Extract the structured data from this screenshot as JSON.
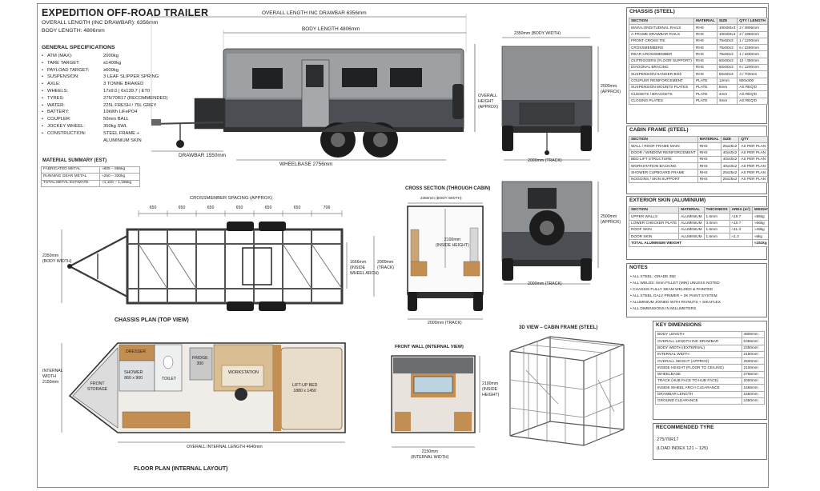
{
  "title": "EXPEDITION OFF-ROAD TRAILER",
  "title_lines": [
    "OVERALL LENGTH (INC DRAWBAR): 6356mm",
    "BODY LENGTH: 4806mm"
  ],
  "general_specs": {
    "heading": "GENERAL SPECIFICATIONS",
    "items": [
      {
        "k": "ATM (MAX):",
        "v": "2000kg"
      },
      {
        "k": "TARE TARGET:",
        "v": "≤1400kg"
      },
      {
        "k": "PAYLOAD TARGET:",
        "v": "≥600kg"
      },
      {
        "k": "SUSPENSION:",
        "v": "3 LEAF SLIPPER SPRING"
      },
      {
        "k": "AXLE:",
        "v": "3 TONNE BRAKED"
      },
      {
        "k": "WHEELS:",
        "v": "17x9.0 | 6x139.7 | ET0"
      },
      {
        "k": "TYRES:",
        "v": "275/70R17 (RECOMMENDED)"
      },
      {
        "k": "WATER:",
        "v": "225L FRESH / 75L GREY"
      },
      {
        "k": "BATTERY:",
        "v": "10kWh LiFePO4"
      },
      {
        "k": "COUPLER:",
        "v": "50mm BALL"
      },
      {
        "k": "JOCKEY WHEEL:",
        "v": "350kg SWL"
      },
      {
        "k": "CONSTRUCTION:",
        "v": "STEEL FRAME +"
      },
      {
        "k": "",
        "v": "ALUMINIUM SKIN"
      }
    ]
  },
  "material_summary": {
    "heading": "MATERIAL SUMMARY (EST)",
    "rows": [
      [
        "FABRICATED METAL",
        "≈805 – 865kg"
      ],
      [
        "RUNNING GEAR METAL",
        "≈250 – 330kg"
      ],
      [
        "TOTAL METAL ESTIMATE",
        "≈1,100 – 1,195kg"
      ]
    ]
  },
  "side_view": {
    "overall_label": "OVERALL LENGTH INC DRAWBAR  6356mm",
    "body_label": "BODY LENGTH  4806mm",
    "drawbar_label": "DRAWBAR  1550mm",
    "wheelbase_label": "WHEELBASE  2756mm",
    "height_label": [
      "OVERALL",
      "HEIGHT",
      "(APPROX)"
    ]
  },
  "rear_view": {
    "width_label": "2350mm (BODY WIDTH)",
    "height_label": [
      "2500mm",
      "(APPROX)"
    ],
    "track_label": "2000mm (TRACK)"
  },
  "front_view": {
    "height_label": [
      "2500mm",
      "(APPROX)"
    ],
    "track_label": "2000mm (TRACK)"
  },
  "chassis_plan": {
    "caption": "CHASSIS PLAN (TOP VIEW)",
    "spacing_label": "CROSSMEMBER SPACING (APPROX)",
    "spacings": [
      "650",
      "650",
      "650",
      "650",
      "650",
      "650",
      "706"
    ],
    "body_width": [
      "2350mm",
      "(BODY WIDTH)"
    ],
    "inside_arch": [
      "1666mm",
      "(INSIDE",
      "WHEEL ARCH)"
    ],
    "track": [
      "2000mm",
      "(TRACK)"
    ]
  },
  "cross_section": {
    "heading": "CROSS SECTION (THROUGH CABIN)",
    "width_top": "2350mm (BODY WIDTH)",
    "inside_height": [
      "2100mm",
      "(INSIDE HEIGHT)"
    ],
    "track": "2000mm (TRACK)"
  },
  "floor_plan": {
    "caption": "FLOOR PLAN (INTERNAL LAYOUT)",
    "internal_width": [
      "INTERNAL",
      "WIDTH",
      "2150mm"
    ],
    "front_storage": [
      "FRONT",
      "STORAGE"
    ],
    "dresser": "DRESSER",
    "shower": [
      "SHOWER",
      "860 x 900"
    ],
    "toilet": "TOILET",
    "fridge": [
      "FRIDGE",
      "300"
    ],
    "workstation": "WORKSTATION",
    "bed": [
      "LIFT-UP BED",
      "1880 x 1450"
    ],
    "overall_internal": "OVERALL INTERNAL LENGTH  4640mm"
  },
  "front_wall": {
    "heading": "FRONT WALL (INTERNAL VIEW)",
    "height": [
      "2100mm",
      "(INSIDE",
      "HEIGHT)"
    ],
    "width": [
      "2150mm",
      "(INTERNAL WIDTH)"
    ]
  },
  "frame_3d": {
    "heading": "3D VIEW – CABIN FRAME (STEEL)"
  },
  "chassis_table": {
    "heading": "CHASSIS (STEEL)",
    "cols": [
      "SECTION",
      "MATERIAL",
      "SIZE",
      "QTY / LENGTH"
    ],
    "rows": [
      [
        "MAIN LONGITUDINAL RAILS",
        "RHS",
        "100x50x3",
        "2 / 4806mm"
      ],
      [
        "A-FRAME DRAWBAR RAILS",
        "RHS",
        "100x50x4",
        "2 / 1950mm"
      ],
      [
        "FRONT CROSS TIE",
        "RHS",
        "75x50x3",
        "1 / 1200mm"
      ],
      [
        "CROSSMEMBERS",
        "RHS",
        "75x50x3",
        "6 / 2250mm"
      ],
      [
        "REAR CROSSMEMBER",
        "RHS",
        "75x50x3",
        "1 / 2250mm"
      ],
      [
        "OUTRIGGERS (FLOOR SUPPORT)",
        "RHS",
        "50x50x3",
        "12 / 350mm"
      ],
      [
        "DIAGONAL BRACING",
        "RHS",
        "50x50x3",
        "6 / 1200mm"
      ],
      [
        "SUSPENSION HANGER BOX",
        "RHS",
        "50x50x3",
        "4 / 700mm"
      ],
      [
        "COUPLER REINFORCEMENT",
        "PLATE",
        "12mm",
        "600x300"
      ],
      [
        "SUSPENSION MOUNTS PLATES",
        "PLATE",
        "6mm",
        "AS REQ'D"
      ],
      [
        "GUSSETS / BRACKETS",
        "PLATE",
        "4mm",
        "AS REQ'D"
      ],
      [
        "CLOSING PLATES",
        "PLATE",
        "3mm",
        "AS REQ'D"
      ]
    ]
  },
  "cabin_table": {
    "heading": "CABIN FRAME (STEEL)",
    "cols": [
      "SECTION",
      "MATERIAL",
      "SIZE",
      "QTY"
    ],
    "rows": [
      [
        "WALL / ROOF FRAME MAIN",
        "RHS",
        "25x25x2",
        "AS PER PLAN"
      ],
      [
        "DOOR / WINDOW REINFORCEMENT",
        "RHS",
        "40x40x2",
        "AS PER PLAN"
      ],
      [
        "BED LIFT STRUCTURE",
        "RHS",
        "40x40x2",
        "AS PER PLAN"
      ],
      [
        "WORKSTATION BACKING",
        "RHS",
        "40x40x2",
        "AS PER PLAN"
      ],
      [
        "SHOWER CUPBOARD FRAME",
        "RHS",
        "25x25x2",
        "AS PER PLAN"
      ],
      [
        "NOGGINS / SKIN SUPPORT",
        "RHS",
        "25x25x2",
        "AS PER PLAN"
      ]
    ]
  },
  "skin_table": {
    "heading": "EXTERIOR SKIN (ALUMINIUM)",
    "cols": [
      "SECTION",
      "MATERIAL",
      "THICKNESS",
      "AREA (m²)",
      "WEIGHT (kg)"
    ],
    "rows": [
      [
        "UPPER WALLS",
        "ALUMINIUM",
        "1.6mm",
        "≈19.7",
        "≈85kg"
      ],
      [
        "LOWER CHECKER PLATE",
        "ALUMINIUM",
        "3.0mm",
        "≈10.7",
        "≈66kg"
      ],
      [
        "ROOF SKIN",
        "ALUMINIUM",
        "1.6mm",
        "≈11.3",
        "≈49kg"
      ],
      [
        "DOOR SKIN",
        "ALUMINIUM",
        "1.6mm",
        "≈1.3",
        "≈6kg"
      ]
    ],
    "total": [
      "TOTAL ALUMINIUM WEIGHT",
      "≈151kg"
    ]
  },
  "notes": {
    "heading": "NOTES",
    "items": [
      "ALL STEEL: GRADE 350",
      "ALL WELDS: 6mm FILLET (MIN) UNLESS NOTED",
      "CHASSIS FULLY SEAM WELDED & PAINTED",
      "ALL STEEL GALV PRIMER + 2K PAINT SYSTEM",
      "ALUMINIUM JOINED WITH RIVNUTS + SIKAFLEX",
      "ALL DIMENSIONS IN MILLIMETERS"
    ]
  },
  "key_dims": {
    "heading": "KEY DIMENSIONS",
    "rows": [
      [
        "BODY LENGTH",
        "4806mm"
      ],
      [
        "OVERALL LENGTH INC DRAWBAR",
        "6356mm"
      ],
      [
        "BODY WIDTH (EXTERNAL)",
        "2350mm"
      ],
      [
        "INTERNAL WIDTH",
        "2150mm"
      ],
      [
        "OVERALL HEIGHT (APPROX)",
        "2500mm"
      ],
      [
        "INSIDE HEIGHT (FLOOR TO CEILING)",
        "2100mm"
      ],
      [
        "WHEELBASE",
        "2756mm"
      ],
      [
        "TRACK (HUB FACE TO HUB FACE)",
        "2000mm"
      ],
      [
        "INSIDE WHEEL ARCH CLEARANCE",
        "1666mm"
      ],
      [
        "DRAWBAR LENGTH",
        "1550mm"
      ],
      [
        "GROUND CLEARANCE",
        "≥350mm"
      ]
    ]
  },
  "tyre": {
    "heading": "RECOMMENDED TYRE",
    "size": "275/70R17",
    "load": "(LOAD INDEX 121 – 125)"
  }
}
